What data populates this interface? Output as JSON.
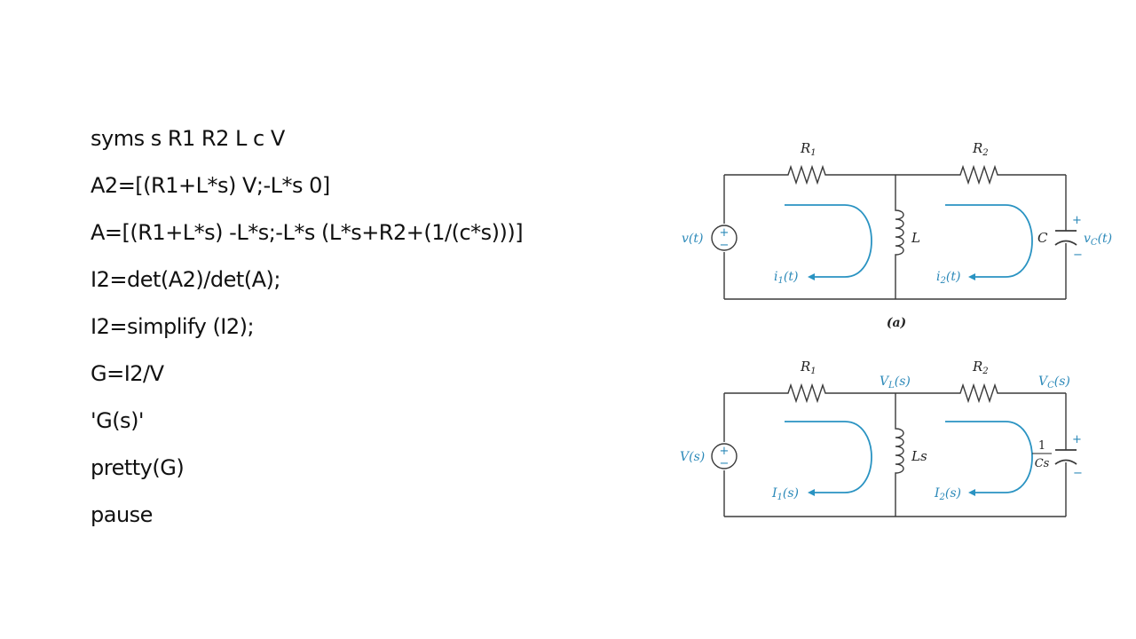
{
  "code": {
    "lines": [
      "syms s R1 R2 L c V",
      "A2=[(R1+L*s) V;-L*s 0]",
      "A=[(R1+L*s) -L*s;-L*s (L*s+R2+(1/(c*s)))]",
      "I2=det(A2)/det(A);",
      "I2=simplify (I2);",
      "G=I2/V",
      "'G(s)'",
      "pretty(G)",
      "pause"
    ]
  },
  "circuit_a": {
    "r1": "R",
    "r1_sub": "1",
    "r2": "R",
    "r2_sub": "2",
    "inductor": "L",
    "capacitor": "C",
    "source": "v(t)",
    "vc_main": "v",
    "vc_sub": "C",
    "vc_arg": "(t)",
    "i1_main": "i",
    "i1_sub": "1",
    "i1_arg": "(t)",
    "i2_main": "i",
    "i2_sub": "2",
    "i2_arg": "(t)",
    "plus": "+",
    "minus": "−",
    "caption": "(a)"
  },
  "circuit_b": {
    "r1": "R",
    "r1_sub": "1",
    "r2": "R",
    "r2_sub": "2",
    "inductor": "Ls",
    "cap_num": "1",
    "cap_den": "Cs",
    "source": "V(s)",
    "vl_main": "V",
    "vl_sub": "L",
    "vl_arg": "(s)",
    "vc_main": "V",
    "vc_sub": "C",
    "vc_arg": "(s)",
    "i1_main": "I",
    "i1_sub": "1",
    "i1_arg": "(s)",
    "i2_main": "I",
    "i2_sub": "2",
    "i2_arg": "(s)",
    "plus": "+",
    "minus": "−"
  },
  "colors": {
    "loop_blue": "#2a93c2",
    "label_blue": "#2a88b8",
    "wire": "#3a3a3a"
  }
}
